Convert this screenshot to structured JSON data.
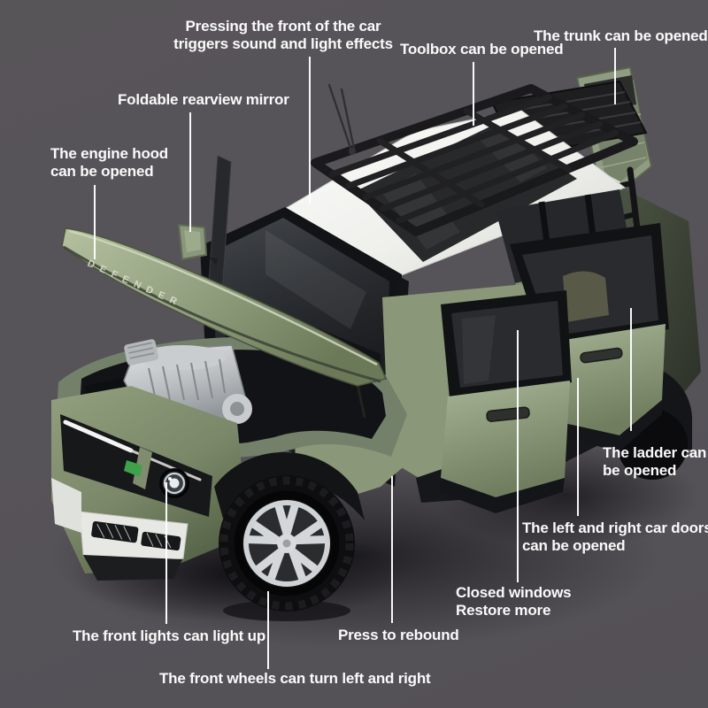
{
  "annotations": {
    "press_front": {
      "line1": "Pressing the front of the car",
      "line2": "triggers sound and light effects"
    },
    "toolbox": {
      "line1": "Toolbox can be opened"
    },
    "trunk": {
      "line1": "The trunk can be opened"
    },
    "mirror": {
      "line1": "Foldable rearview mirror"
    },
    "engine_hood": {
      "line1": "The engine hood",
      "line2": "can be opened"
    },
    "ladder": {
      "line1": "The ladder can",
      "line2": "be opened"
    },
    "doors": {
      "line1": "The left and right car doors",
      "line2": "can be opened"
    },
    "windows": {
      "line1": "Closed windows",
      "line2": "Restore more"
    },
    "rebound": {
      "line1": "Press to rebound"
    },
    "front_lights": {
      "line1": "The front lights can light up"
    },
    "front_wheels": {
      "line1": "The front wheels can turn left and right"
    }
  },
  "hood_badge": "DEFENDER",
  "palette": {
    "background": "#565359",
    "text": "#fafafa",
    "line": "#ffffff",
    "body_green": "#8a9778",
    "body_green_light": "#aab795",
    "body_green_dark": "#5d6a4e",
    "roof_white": "#eff0ec",
    "rack_black": "#1a1a1c",
    "glass_dark": "#26282c",
    "engine_silver": "#c6cacd",
    "bumper_white": "#e7e8e4",
    "tire_black": "#0e0e10",
    "rim_silver": "#d4d7d9",
    "badge_green": "#3fa24b"
  }
}
